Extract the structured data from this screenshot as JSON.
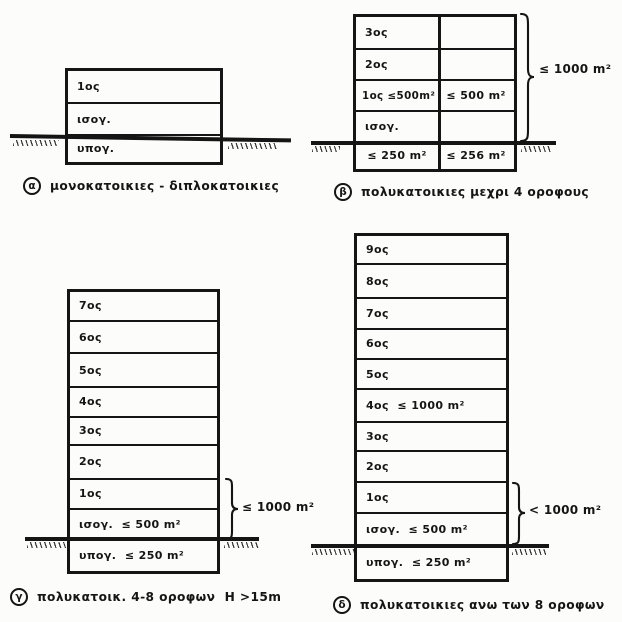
{
  "colors": {
    "ink": "#151515",
    "paper": "#fcfcfa"
  },
  "figures": {
    "a": {
      "id": "α",
      "caption": "μονοκατοικιες - διπλοκατοικιες",
      "floors": [
        "1ος",
        "ισογ.",
        "υπογ."
      ]
    },
    "b": {
      "id": "β",
      "caption": "πολυκατοικιες μεχρι 4 οροφους",
      "brace_label": "≤ 1000 m²",
      "rows": [
        {
          "left": "3ος",
          "right": ""
        },
        {
          "left": "2ος",
          "right": ""
        },
        {
          "left": "1ος ≤500m²",
          "right": "≤ 500 m²"
        },
        {
          "left": "ισογ.",
          "right": ""
        },
        {
          "left": "≤ 250 m²",
          "right": "≤ 256 m²"
        }
      ]
    },
    "c": {
      "id": "γ",
      "caption": "πολυκατοικ. 4-8 οροφων  H >15m",
      "brace_label": "≤ 1000 m²",
      "floors": [
        "7ος",
        "6ος",
        "5ος",
        "4ος",
        "3ος",
        "2ος",
        "1ος",
        "ισογ.  ≤ 500 m²",
        "υπογ.  ≤ 250 m²"
      ]
    },
    "d": {
      "id": "δ",
      "caption": "πολυκατοικιες ανω των 8 οροφων",
      "brace_label": "< 1000 m²",
      "floors": [
        "9ος",
        "8ος",
        "7ος",
        "6ος",
        "5ος",
        "4ος  ≤ 1000 m²",
        "3ος",
        "2ος",
        "1ος",
        "ισογ.  ≤ 500 m²",
        "υπογ.  ≤ 250 m²"
      ]
    }
  }
}
